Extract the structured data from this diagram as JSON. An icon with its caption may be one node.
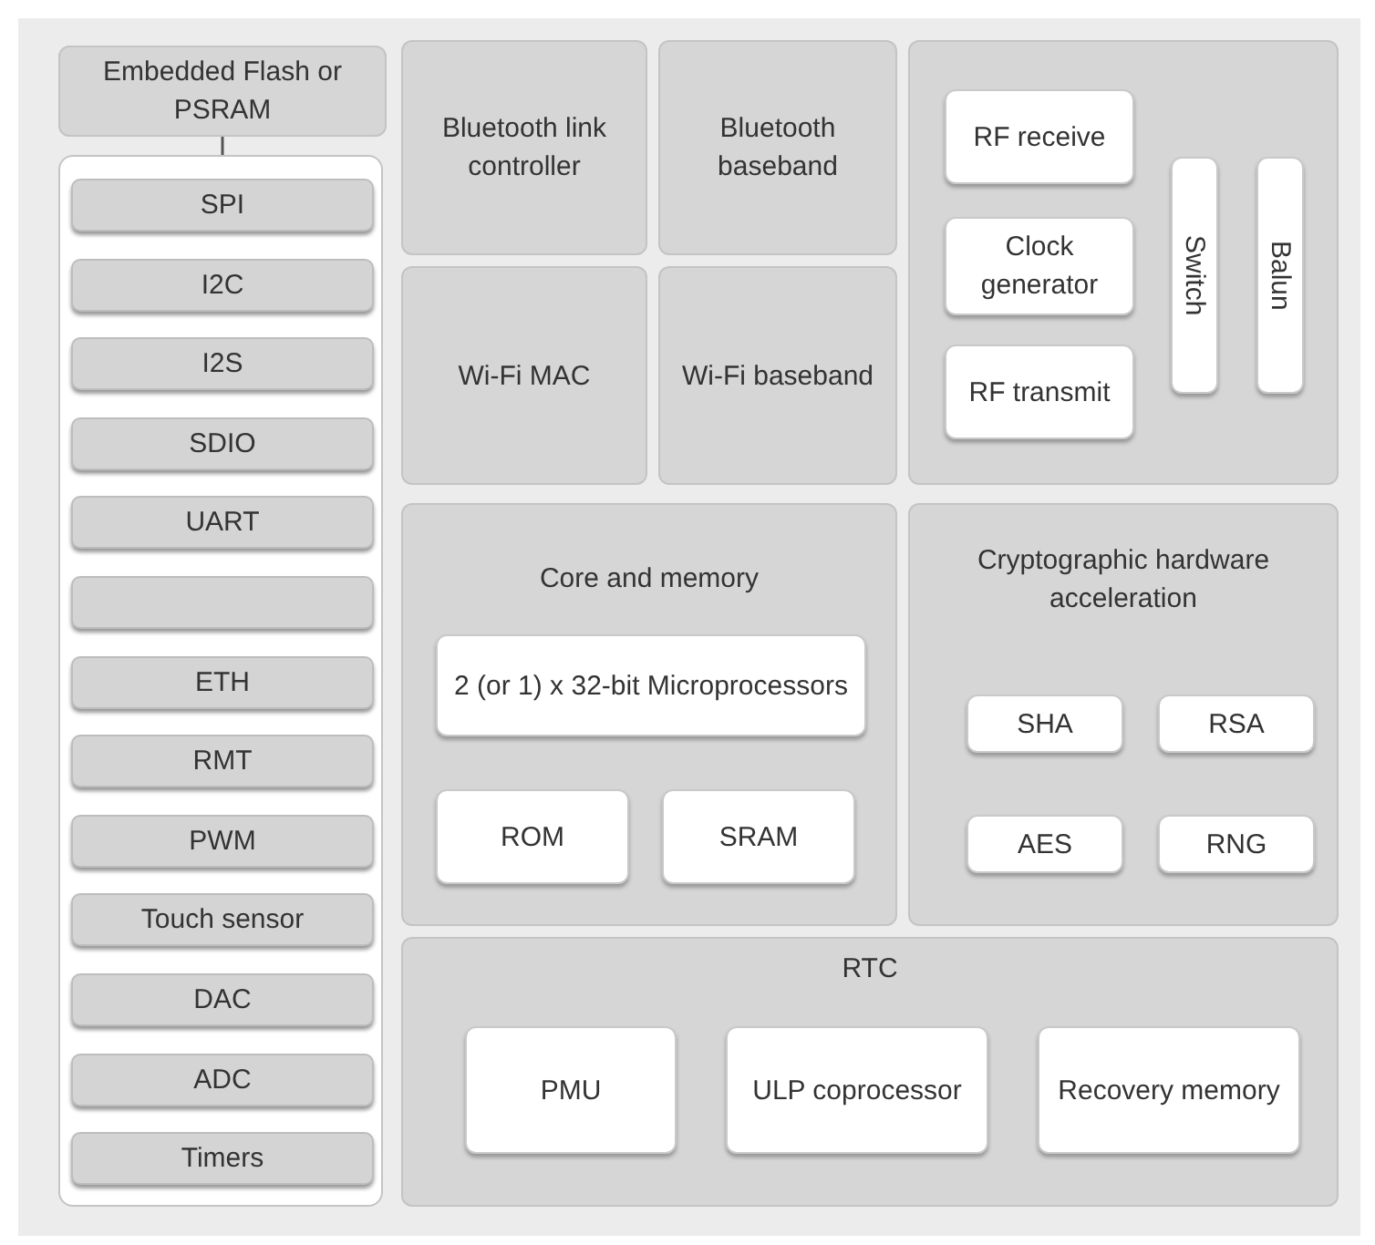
{
  "diagram": {
    "nodes": [
      {
        "text": [
          "Embedded Flash or PSRAM"
        ]
      },
      {
        "text": [],
        "shape": "box"
      },
      {
        "text": [
          "SPI"
        ],
        "in": 1
      },
      {
        "text": [
          "I2C"
        ],
        "in": 1
      },
      {
        "text": [
          "I2S"
        ],
        "in": 1
      },
      {
        "text": [
          "SDIO"
        ],
        "in": 1
      },
      {
        "text": [
          "UART"
        ],
        "in": 1
      },
      {
        "text": [],
        "shape": "box",
        "in": 1
      },
      {
        "text": [
          "ETH"
        ],
        "in": 1
      },
      {
        "text": [
          "RMT"
        ],
        "in": 1
      },
      {
        "text": [
          "PWM"
        ],
        "in": 1
      },
      {
        "text": [
          "Touch sensor"
        ],
        "in": 1
      },
      {
        "text": [
          "DAC"
        ],
        "in": 1
      },
      {
        "text": [
          "ADC"
        ],
        "in": 1
      },
      {
        "text": [
          "Timers"
        ],
        "in": 1
      },
      {
        "text": [
          "Bluetooth link controller"
        ]
      },
      {
        "text": [
          "Bluetooth baseband"
        ]
      },
      {
        "text": [
          "Wi-Fi MAC"
        ]
      },
      {
        "text": [
          "Wi-Fi baseband"
        ]
      },
      {
        "text": [],
        "shape": "box"
      },
      {
        "text": [
          "RF receive"
        ],
        "in": 19
      },
      {
        "text": [
          "Clock generator"
        ],
        "in": 19
      },
      {
        "text": [
          "RF transmit"
        ],
        "in": 19
      },
      {
        "text": [
          "Switch"
        ],
        "in": 19
      },
      {
        "text": [
          "Balun"
        ],
        "in": 19
      },
      {
        "text": [
          "Core and memory"
        ]
      },
      {
        "text": [
          "2 (or 1) x 32-bit Microprocessors"
        ],
        "in": 25
      },
      {
        "text": [
          "ROM"
        ],
        "in": 25
      },
      {
        "text": [
          "SRAM"
        ],
        "in": 25
      },
      {
        "text": [
          "Cryptographic hardware acceleration"
        ]
      },
      {
        "text": [
          "SHA"
        ],
        "in": 29
      },
      {
        "text": [
          "RSA"
        ],
        "in": 29
      },
      {
        "text": [
          "AES"
        ],
        "in": 29
      },
      {
        "text": [
          "RNG"
        ],
        "in": 29
      },
      {
        "text": [
          "RTC"
        ]
      },
      {
        "text": [
          "PMU"
        ],
        "in": 34
      },
      {
        "text": [
          "ULP coprocessor"
        ],
        "in": 34
      },
      {
        "text": [
          "Recovery memory"
        ],
        "in": 34
      }
    ],
    "edges": [
      {
        "from": 0,
        "to": 1,
        "arrow": "none"
      }
    ]
  }
}
